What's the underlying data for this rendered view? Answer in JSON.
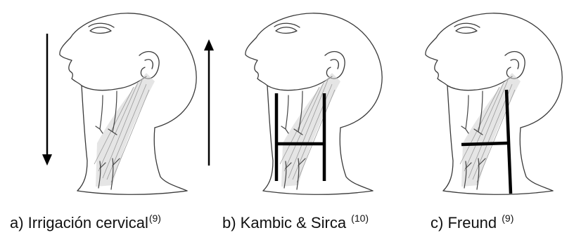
{
  "panels": [
    {
      "id": "a",
      "caption": "a) Irrigación cervical",
      "ref": "(9)"
    },
    {
      "id": "b",
      "caption": "b) Kambic & Sirca ",
      "ref": "(10)"
    },
    {
      "id": "c",
      "caption": "c) Freund ",
      "ref": "(9)"
    }
  ]
}
